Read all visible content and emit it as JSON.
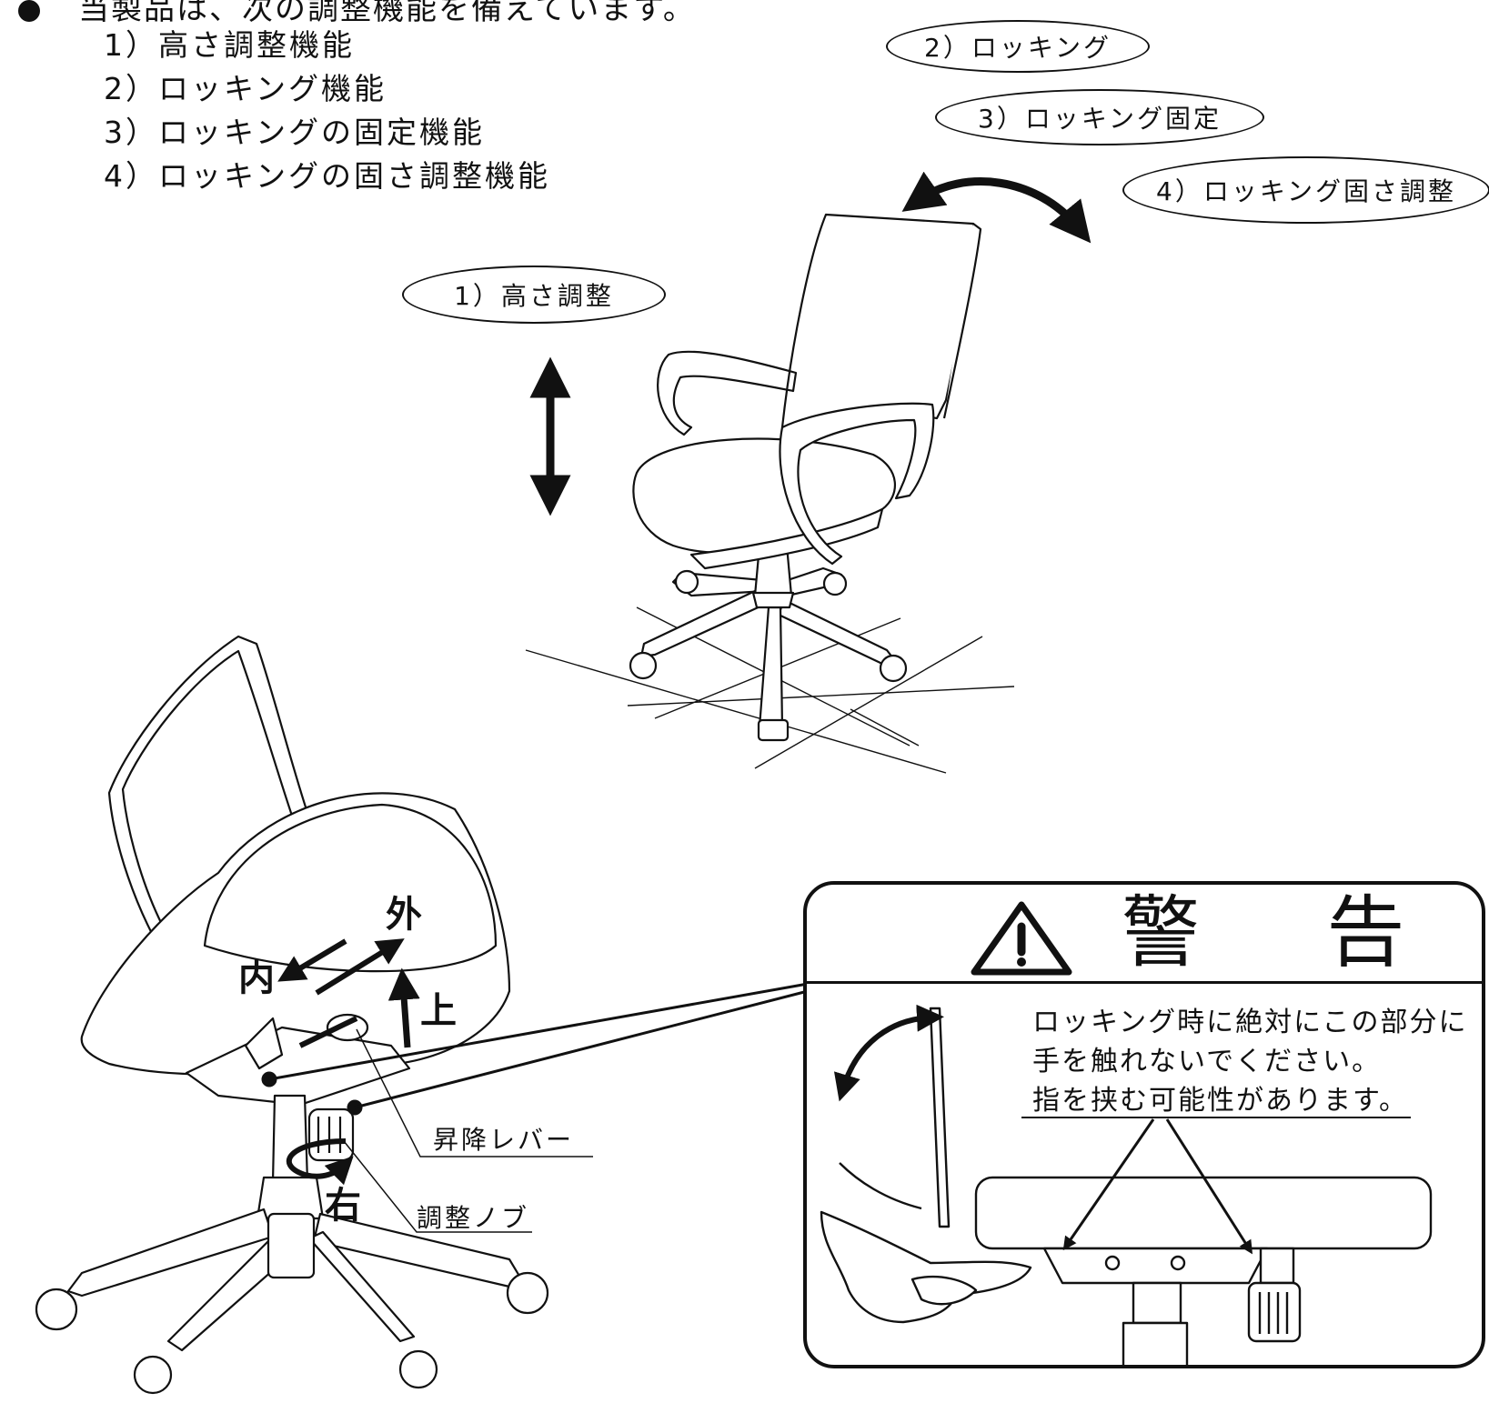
{
  "intro": {
    "text": "当製品は、次の調整機能を備えています。",
    "features": [
      "1）高さ調整機能",
      "2）ロッキング機能",
      "3）ロッキングの固定機能",
      "4）ロッキングの固さ調整機能"
    ]
  },
  "labels": {
    "height_adjust": "1）高さ調整",
    "rocking": "2）ロッキング",
    "rocking_lock": "3）ロッキング固定",
    "rocking_tension": "4）ロッキング固さ調整"
  },
  "detail": {
    "outer": "外",
    "inner": "内",
    "up": "上",
    "right": "右",
    "lift_lever": "昇降レバー",
    "adjust_knob": "調整ノブ"
  },
  "warning": {
    "title": "警 告",
    "icon": "warning-triangle-icon",
    "lines": [
      "ロッキング時に絶対にこの部分に",
      "手を触れないでください。",
      "指を挟む可能性があります。"
    ]
  }
}
